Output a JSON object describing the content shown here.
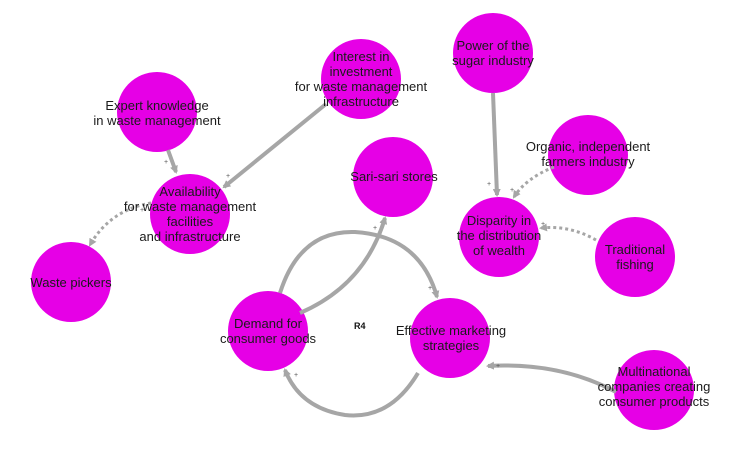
{
  "colors": {
    "node_fill": "#e600e6",
    "link": "#a6a6a6",
    "text": "#1a1a1a"
  },
  "nodes": {
    "expert": [
      "Expert knowledge",
      "in waste management"
    ],
    "interest": [
      "Interest in",
      "investment",
      "for waste management",
      "infrastructure"
    ],
    "power": [
      "Power of the",
      "sugar industry"
    ],
    "organic": [
      "Organic, independent",
      "farmers industry"
    ],
    "availability": [
      "Availability",
      "for waste management",
      "facilities",
      "and infrastructure"
    ],
    "sari": [
      "Sari-sari stores"
    ],
    "disparity": [
      "Disparity in",
      "the distribution",
      "of wealth"
    ],
    "waste_pickers": [
      "Waste pickers"
    ],
    "traditional": [
      "Traditional",
      "fishing"
    ],
    "demand": [
      "Demand for",
      "consumer goods"
    ],
    "marketing": [
      "Effective marketing",
      "strategies"
    ],
    "multinational": [
      "Multinational",
      "companies creating",
      "consumer products"
    ]
  },
  "loop_label": "R4",
  "signs": {
    "expert_availability": "+",
    "interest_availability": "+",
    "power_disparity": "+",
    "organic_disparity": "+",
    "traditional_disparity": "+",
    "availability_pickers": "+",
    "demand_sari": "+",
    "demand_marketing": "+",
    "marketing_demand": "+",
    "multinational_marketing": "+"
  }
}
